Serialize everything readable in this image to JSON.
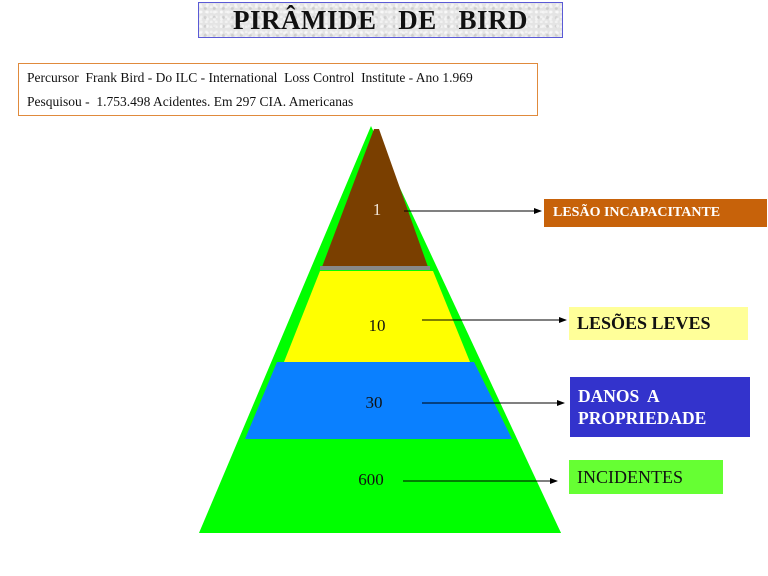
{
  "title": "PIRÂMIDE   DE   BIRD",
  "info": {
    "line1": "Percursor  Frank Bird - Do ILC - International  Loss Control  Institute - Ano 1.969",
    "line2": "Pesquisou -  1.753.498 Acidentes. Em 297 CIA. Americanas"
  },
  "pyramid": {
    "tiers": [
      {
        "value": "1",
        "label": "LESÃO INCAPACITANTE",
        "color": "#7a3f00",
        "label_bg": "#c7620a"
      },
      {
        "value": "10",
        "label": "LESÕES LEVES",
        "color": "#ffff00",
        "label_bg": "#ffff99"
      },
      {
        "value": "30",
        "label_line1": "DANOS  A",
        "label_line2": "PROPRIEDADE",
        "color": "#0080ff",
        "label_bg": "#3333cc"
      },
      {
        "value": "600",
        "label": "INCIDENTES",
        "color": "#00ff00",
        "label_bg": "#66ff33"
      }
    ]
  }
}
